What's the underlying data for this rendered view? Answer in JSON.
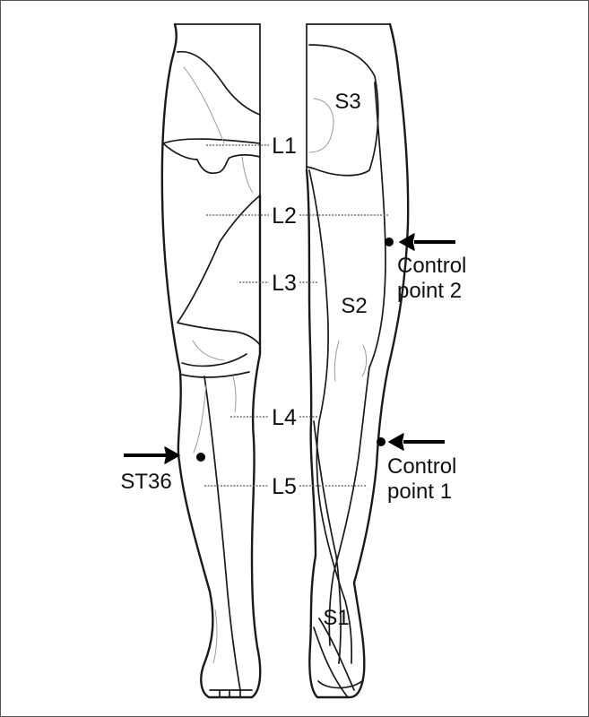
{
  "dermatome_labels": {
    "l1": "L1",
    "l2": "L2",
    "l3": "L3",
    "l4": "L4",
    "l5": "L5",
    "s1": "S1",
    "s2": "S2",
    "s3": "S3"
  },
  "points": {
    "st36": "ST36",
    "control_point_2": {
      "line1": "Control",
      "line2": "point 2"
    },
    "control_point_1": {
      "line1": "Control",
      "line2": "point 1"
    }
  }
}
